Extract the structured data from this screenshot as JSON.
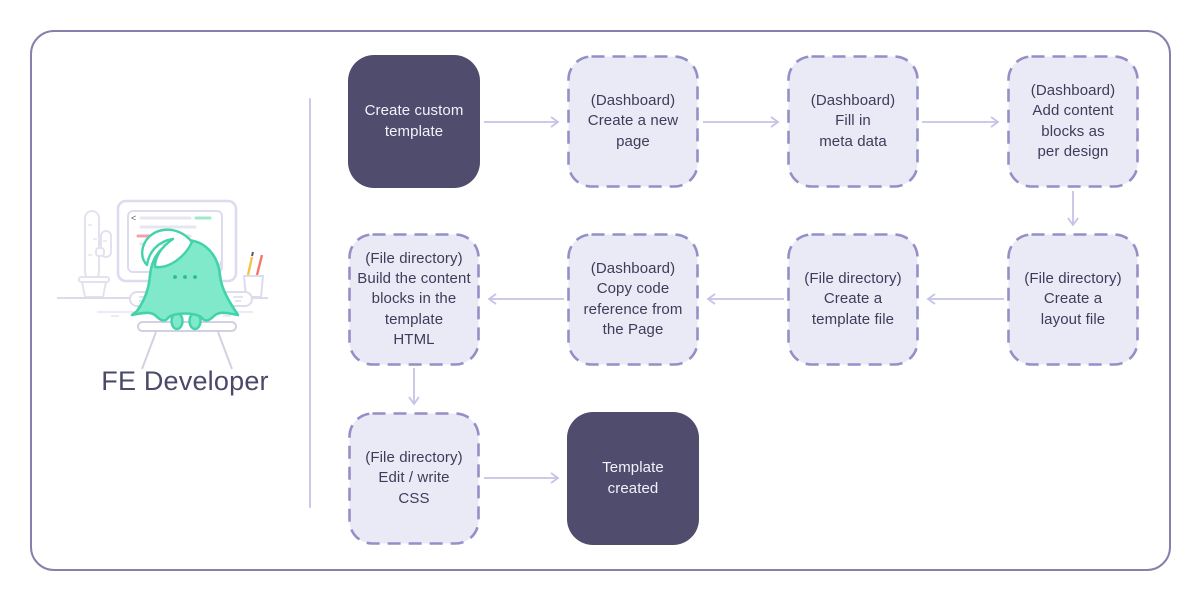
{
  "actor": {
    "label": "FE Developer",
    "illustration": {
      "parts": [
        "cactus-plant",
        "monitor-with-code",
        "mascot-character",
        "keyboard",
        "desk",
        "pen-cup",
        "stool"
      ],
      "code_glyphs": [
        "<",
        "/>"
      ]
    }
  },
  "flow": {
    "nodes": [
      {
        "id": "create-custom-template",
        "label": "Create custom\ntemplate",
        "type": "solid"
      },
      {
        "id": "create-new-page",
        "label": "(Dashboard)\nCreate a new\npage",
        "type": "dashed"
      },
      {
        "id": "fill-meta-data",
        "label": "(Dashboard)\nFill in\nmeta data",
        "type": "dashed"
      },
      {
        "id": "add-content-blocks",
        "label": "(Dashboard)\nAdd content\nblocks as\nper design",
        "type": "dashed"
      },
      {
        "id": "create-layout-file",
        "label": "(File directory)\nCreate a\nlayout file",
        "type": "dashed"
      },
      {
        "id": "create-template-file",
        "label": "(File directory)\nCreate a\ntemplate file",
        "type": "dashed"
      },
      {
        "id": "copy-code-reference",
        "label": "(Dashboard)\nCopy code\nreference from\nthe Page",
        "type": "dashed"
      },
      {
        "id": "build-content-blocks",
        "label": "(File directory)\nBuild the content\nblocks in the\ntemplate\nHTML",
        "type": "dashed"
      },
      {
        "id": "edit-write-css",
        "label": "(File directory)\nEdit / write\nCSS",
        "type": "dashed"
      },
      {
        "id": "template-created",
        "label": "Template\ncreated",
        "type": "solid"
      }
    ],
    "edges": [
      {
        "from": "create-custom-template",
        "to": "create-new-page"
      },
      {
        "from": "create-new-page",
        "to": "fill-meta-data"
      },
      {
        "from": "fill-meta-data",
        "to": "add-content-blocks"
      },
      {
        "from": "add-content-blocks",
        "to": "create-layout-file"
      },
      {
        "from": "create-layout-file",
        "to": "create-template-file"
      },
      {
        "from": "create-template-file",
        "to": "copy-code-reference"
      },
      {
        "from": "copy-code-reference",
        "to": "build-content-blocks"
      },
      {
        "from": "build-content-blocks",
        "to": "edit-write-css"
      },
      {
        "from": "edit-write-css",
        "to": "template-created"
      }
    ]
  },
  "colors": {
    "solid_node": "#4f4c6d",
    "dashed_node_fill": "#eae9f6",
    "dashed_node_border": "#9490c7",
    "node_text_dark": "#3e3c59",
    "node_text_light": "#f3f2fa",
    "arrow": "#c5c3e6",
    "outer_border": "#8481ad",
    "divider": "#c9c8e6",
    "mascot_fill": "#7fe9ca",
    "mascot_stroke": "#43d3ab",
    "code_green": "#9fe9c9",
    "code_pink": "#f2a0ac",
    "pen_yellow": "#f6c445",
    "pen_red": "#f2766b"
  }
}
